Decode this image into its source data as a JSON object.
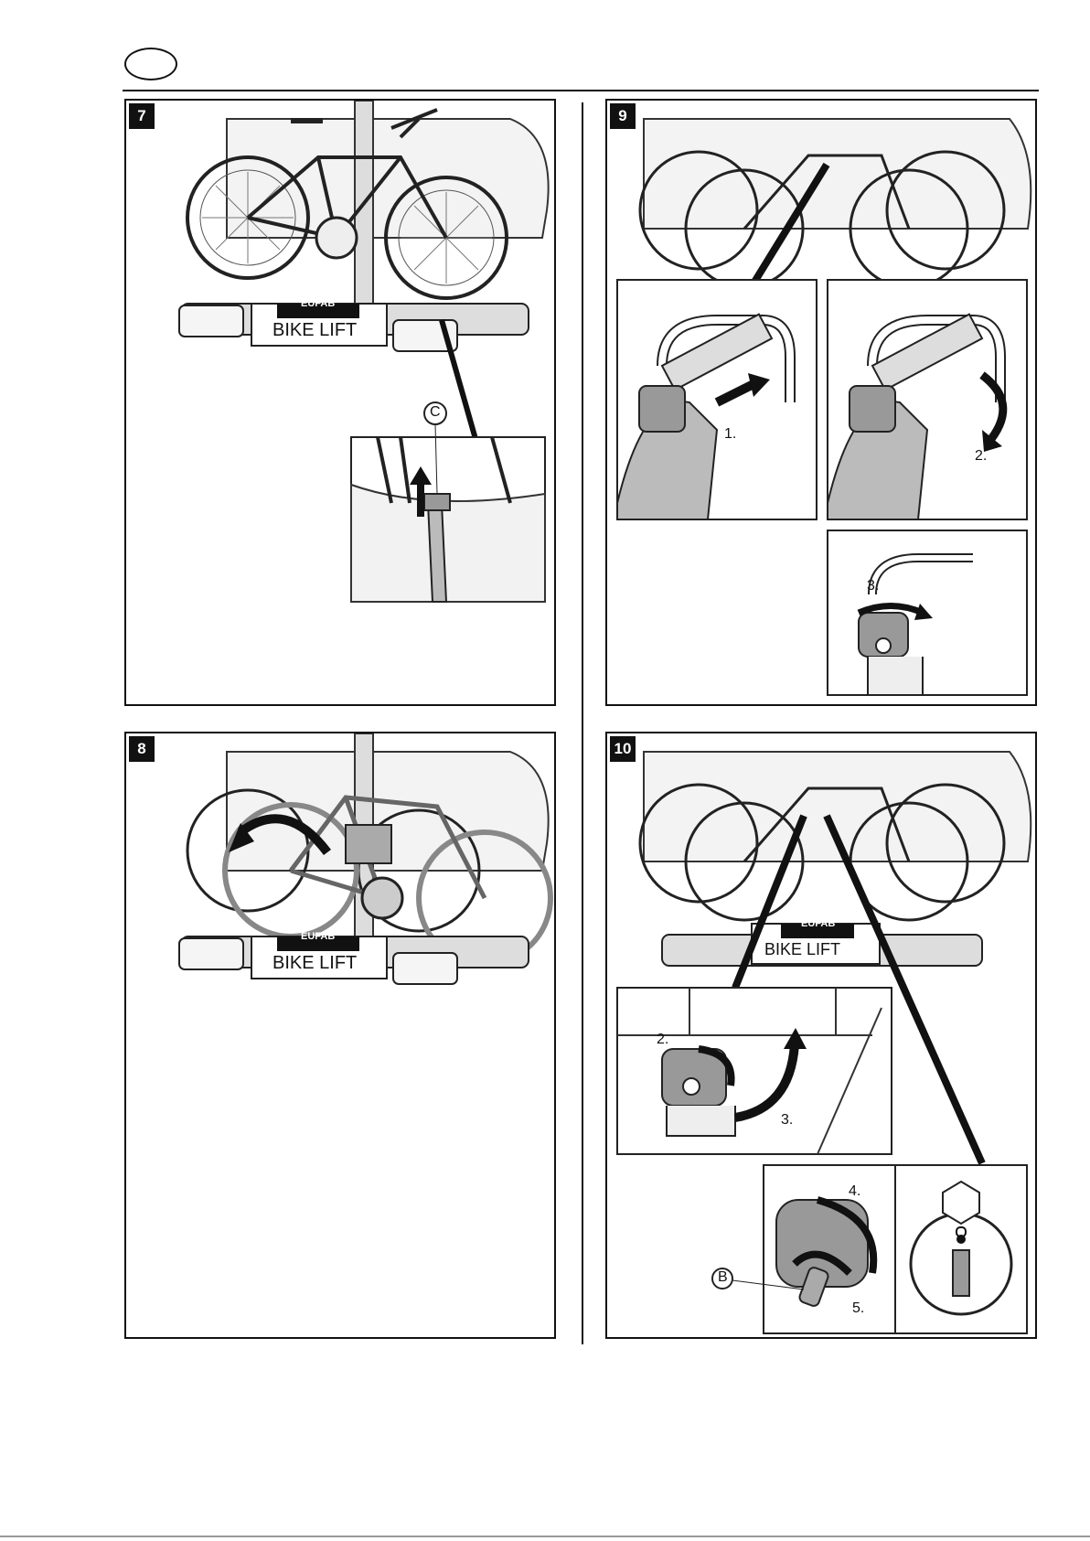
{
  "panels": {
    "p7": {
      "number": "7",
      "callout": "C"
    },
    "p8": {
      "number": "8"
    },
    "p9": {
      "number": "9",
      "steps": [
        "1.",
        "2.",
        "3."
      ]
    },
    "p10": {
      "number": "10",
      "steps": [
        "2.",
        "3.",
        "4.",
        "5."
      ],
      "callout": "B"
    }
  },
  "plate": {
    "brand": "EUFAB",
    "model": "BIKE LIFT"
  },
  "icons": [
    "language-oval",
    "bicycle-illustration",
    "bike-carrier-illustration",
    "arrow-icon",
    "lock-icon",
    "key-icon",
    "nut-icon"
  ]
}
